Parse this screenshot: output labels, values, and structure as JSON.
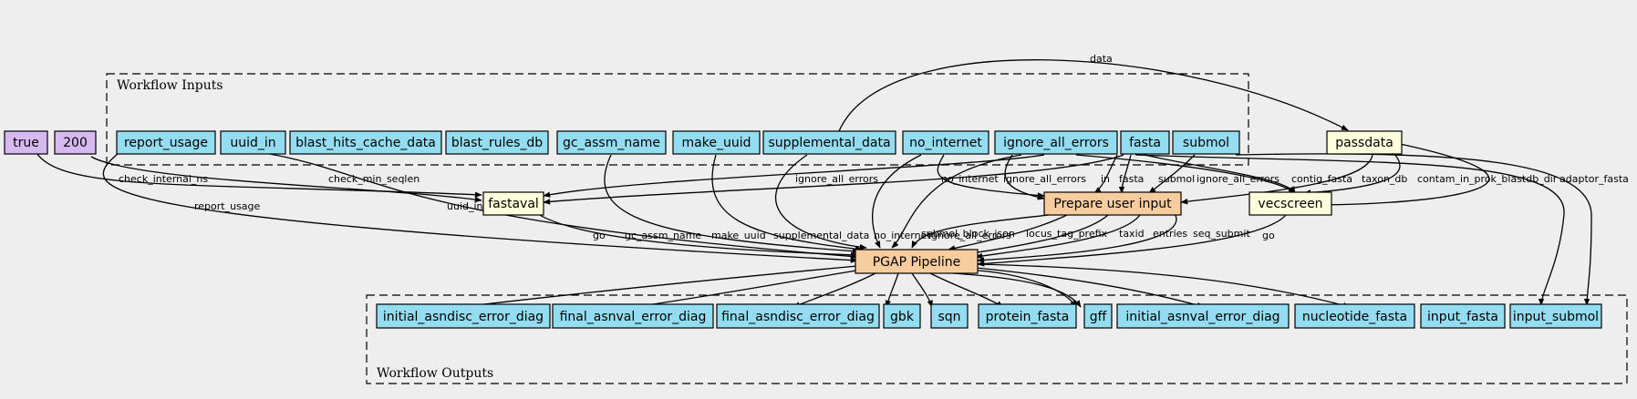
{
  "clusters": {
    "inputs_label": "Workflow Inputs",
    "outputs_label": "Workflow Outputs"
  },
  "colors": {
    "param": "#d8b8f0",
    "io": "#94ddf1",
    "tool": "#ffffdd",
    "subworkflow": "#f7cc9e"
  },
  "nodes": {
    "true_param": "true",
    "param_200": "200",
    "report_usage": "report_usage",
    "uuid_in": "uuid_in",
    "blast_hits_cache_data": "blast_hits_cache_data",
    "blast_rules_db": "blast_rules_db",
    "gc_assm_name": "gc_assm_name",
    "make_uuid": "make_uuid",
    "supplemental_data": "supplemental_data",
    "no_internet": "no_internet",
    "ignore_all_errors": "ignore_all_errors",
    "fasta": "fasta",
    "submol": "submol",
    "passdata": "passdata",
    "fastaval": "fastaval",
    "prepare_user_input": "Prepare user input",
    "vecscreen": "vecscreen",
    "pgap_pipeline": "PGAP Pipeline",
    "initial_asndisc_error_diag": "initial_asndisc_error_diag",
    "final_asnval_error_diag": "final_asnval_error_diag",
    "final_asndisc_error_diag": "final_asndisc_error_diag",
    "gbk": "gbk",
    "sqn": "sqn",
    "protein_fasta": "protein_fasta",
    "gff": "gff",
    "initial_asnval_error_diag": "initial_asnval_error_diag",
    "nucleotide_fasta": "nucleotide_fasta",
    "input_fasta": "input_fasta",
    "input_submol": "input_submol"
  },
  "edge_labels": {
    "data": "data",
    "check_internal_ns": "check_internal_ns",
    "check_min_seqlen": "check_min_seqlen",
    "report_usage": "report_usage",
    "uuid_in": "uuid_in",
    "ignore_all_errors_fv": "ignore_all_errors",
    "no_internet_pui": "no_internet",
    "ignore_all_errors_pui": "ignore_all_errors",
    "in": "in",
    "fasta": "fasta",
    "submol": "submol",
    "ignore_all_errors_vs": "ignore_all_errors",
    "contig_fasta": "contig_fasta",
    "taxon_db": "taxon_db",
    "contam_in_prok_blastdb_dir": "contam_in_prok_blastdb_dir",
    "adaptor_fasta": "adaptor_fasta",
    "go_fv": "go",
    "gc_assm_name": "gc_assm_name",
    "make_uuid": "make_uuid",
    "supplemental_data": "supplemental_data",
    "no_internet_pgap": "no_internet",
    "ignore_all_errors_pgap": "ignore_all_errors",
    "submol_block_json": "submol_block_json",
    "locus_tag_prefix": "locus_tag_prefix",
    "taxid": "taxid",
    "entries": "entries",
    "seq_submit": "seq_submit",
    "go_vs": "go"
  }
}
